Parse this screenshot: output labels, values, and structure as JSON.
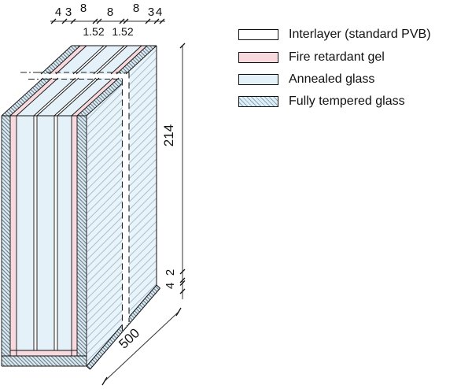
{
  "diagram": {
    "thickness_dims": {
      "values": [
        "4",
        "3",
        "8",
        "8",
        "8",
        "3",
        "4"
      ],
      "interlayer_values": [
        "1.52",
        "1.52"
      ]
    },
    "height_dim": "214",
    "edge_dims": {
      "gel": "2",
      "glass": "4"
    },
    "depth_dim": "500"
  },
  "legend": {
    "items": [
      {
        "label": "Interlayer (standard PVB)",
        "swatch": "white"
      },
      {
        "label": "Fire retardant gel",
        "swatch": "pink"
      },
      {
        "label": "Annealed glass",
        "swatch": "light-blue"
      },
      {
        "label": "Fully tempered glass",
        "swatch": "hatched-blue"
      }
    ]
  },
  "colors": {
    "gel_pink": "#f7d9de",
    "annealed_blue": "#e4f1f9",
    "hatch_background": "#e9f3fa",
    "hatch_line": "#a8bfcc",
    "outline": "#111111"
  }
}
